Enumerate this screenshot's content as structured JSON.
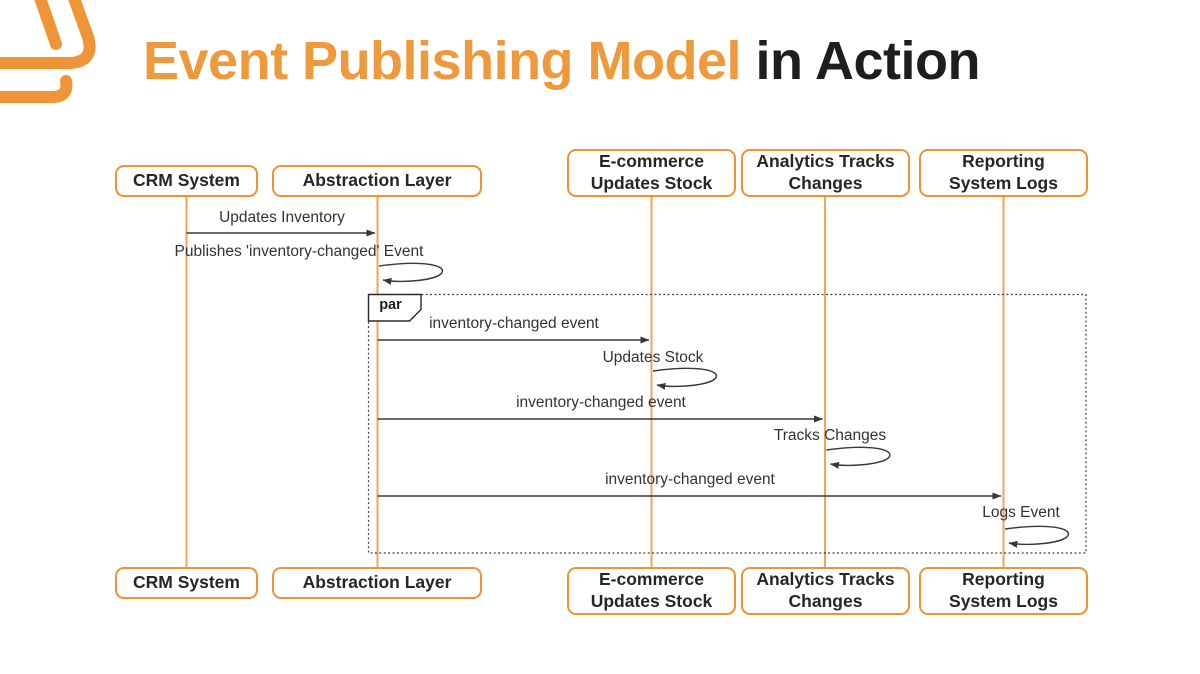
{
  "title": {
    "highlight": "Event Publishing Model",
    "rest": " in Action"
  },
  "diagram": {
    "type": "sequence-diagram",
    "par_label": "par",
    "participants": [
      {
        "label": "CRM System"
      },
      {
        "label": "Abstraction Layer"
      },
      {
        "label": "E-commerce\nUpdates Stock"
      },
      {
        "label": "Analytics Tracks\nChanges"
      },
      {
        "label": "Reporting\nSystem Logs"
      }
    ],
    "messages": [
      {
        "label": "Updates Inventory",
        "from": "CRM System",
        "to": "Abstraction Layer",
        "type": "arrow"
      },
      {
        "label": "Publishes 'inventory-changed' Event",
        "from": "Abstraction Layer",
        "to": "Abstraction Layer",
        "type": "self-loop"
      },
      {
        "label": "inventory-changed event",
        "from": "Abstraction Layer",
        "to": "E-commerce Updates Stock",
        "type": "arrow",
        "in_par": true
      },
      {
        "label": "Updates Stock",
        "from": "E-commerce Updates Stock",
        "to": "E-commerce Updates Stock",
        "type": "self-loop",
        "in_par": true
      },
      {
        "label": "inventory-changed event",
        "from": "Abstraction Layer",
        "to": "Analytics Tracks Changes",
        "type": "arrow",
        "in_par": true
      },
      {
        "label": "Tracks Changes",
        "from": "Analytics Tracks Changes",
        "to": "Analytics Tracks Changes",
        "type": "self-loop",
        "in_par": true
      },
      {
        "label": "inventory-changed event",
        "from": "Abstraction Layer",
        "to": "Reporting System Logs",
        "type": "arrow",
        "in_par": true
      },
      {
        "label": "Logs Event",
        "from": "Reporting System Logs",
        "to": "Reporting System Logs",
        "type": "self-loop",
        "in_par": true
      }
    ]
  },
  "colors": {
    "accent_orange": "#EE9A3C",
    "box_border_orange": "#EE9234",
    "lifeline_orange": "#F0A455",
    "title_dark": "#1E1E1E",
    "message_text": "#333333"
  }
}
